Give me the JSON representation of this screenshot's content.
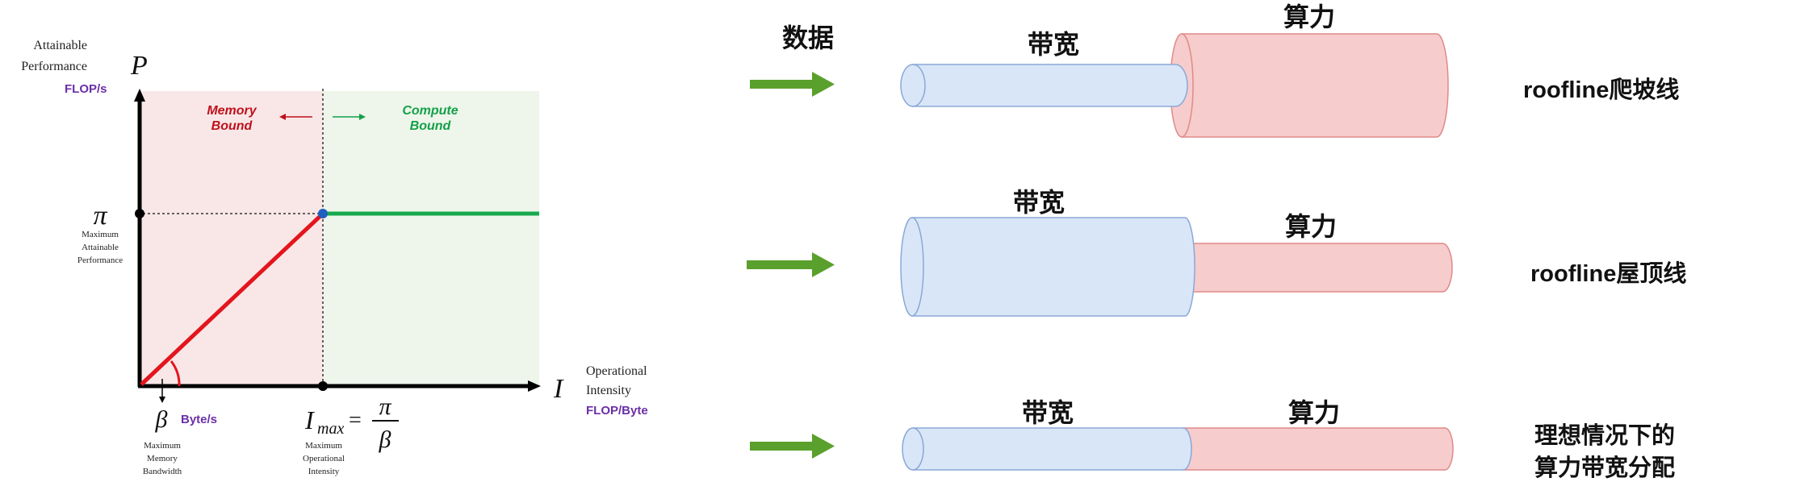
{
  "roofline": {
    "y_axis": {
      "title_line1": "Attainable",
      "title_line2": "Performance",
      "symbol": "P",
      "unit": "FLOP/s"
    },
    "x_axis": {
      "title_line1": "Operational",
      "title_line2": "Intensity",
      "symbol": "I",
      "unit": "FLOP/Byte"
    },
    "regions": {
      "memory": {
        "line1": "Memory",
        "line2": "Bound",
        "color": "#c0101c"
      },
      "compute": {
        "line1": "Compute",
        "line2": "Bound",
        "color": "#14a04a"
      }
    },
    "pi_label": {
      "symbol": "π",
      "line1": "Maximum",
      "line2": "Attainable",
      "line3": "Performance"
    },
    "beta_label": {
      "symbol": "β",
      "unit": "Byte/s",
      "line1": "Maximum",
      "line2": "Memory",
      "line3": "Bandwidth"
    },
    "imax_label": {
      "symbol": "I",
      "subscript": "max",
      "equals": "=",
      "numerator": "π",
      "denominator": "β",
      "line1": "Maximum",
      "line2": "Operational",
      "line3": "Intensity"
    },
    "colors": {
      "memory_bg": "#f9e7e7",
      "compute_bg": "#eef5ea",
      "slope": "#e3151d",
      "roof": "#17a94c",
      "ridge_point": "#1f5fc0",
      "unit_purple": "#6b2fa8"
    }
  },
  "pipes": {
    "row1": {
      "data_label": "数据",
      "bandwidth_label": "带宽",
      "compute_label": "算力",
      "caption": "roofline爬坡线"
    },
    "row2": {
      "bandwidth_label": "带宽",
      "compute_label": "算力",
      "caption": "roofline屋顶线"
    },
    "row3": {
      "bandwidth_label": "带宽",
      "compute_label": "算力",
      "caption_line1": "理想情况下的",
      "caption_line2": "算力带宽分配"
    },
    "colors": {
      "bandwidth_fill": "#d9e6f8",
      "bandwidth_stroke": "#8aa8d6",
      "compute_fill": "#f6cccc",
      "compute_stroke": "#e08a8a",
      "arrow": "#5aa02c"
    }
  }
}
